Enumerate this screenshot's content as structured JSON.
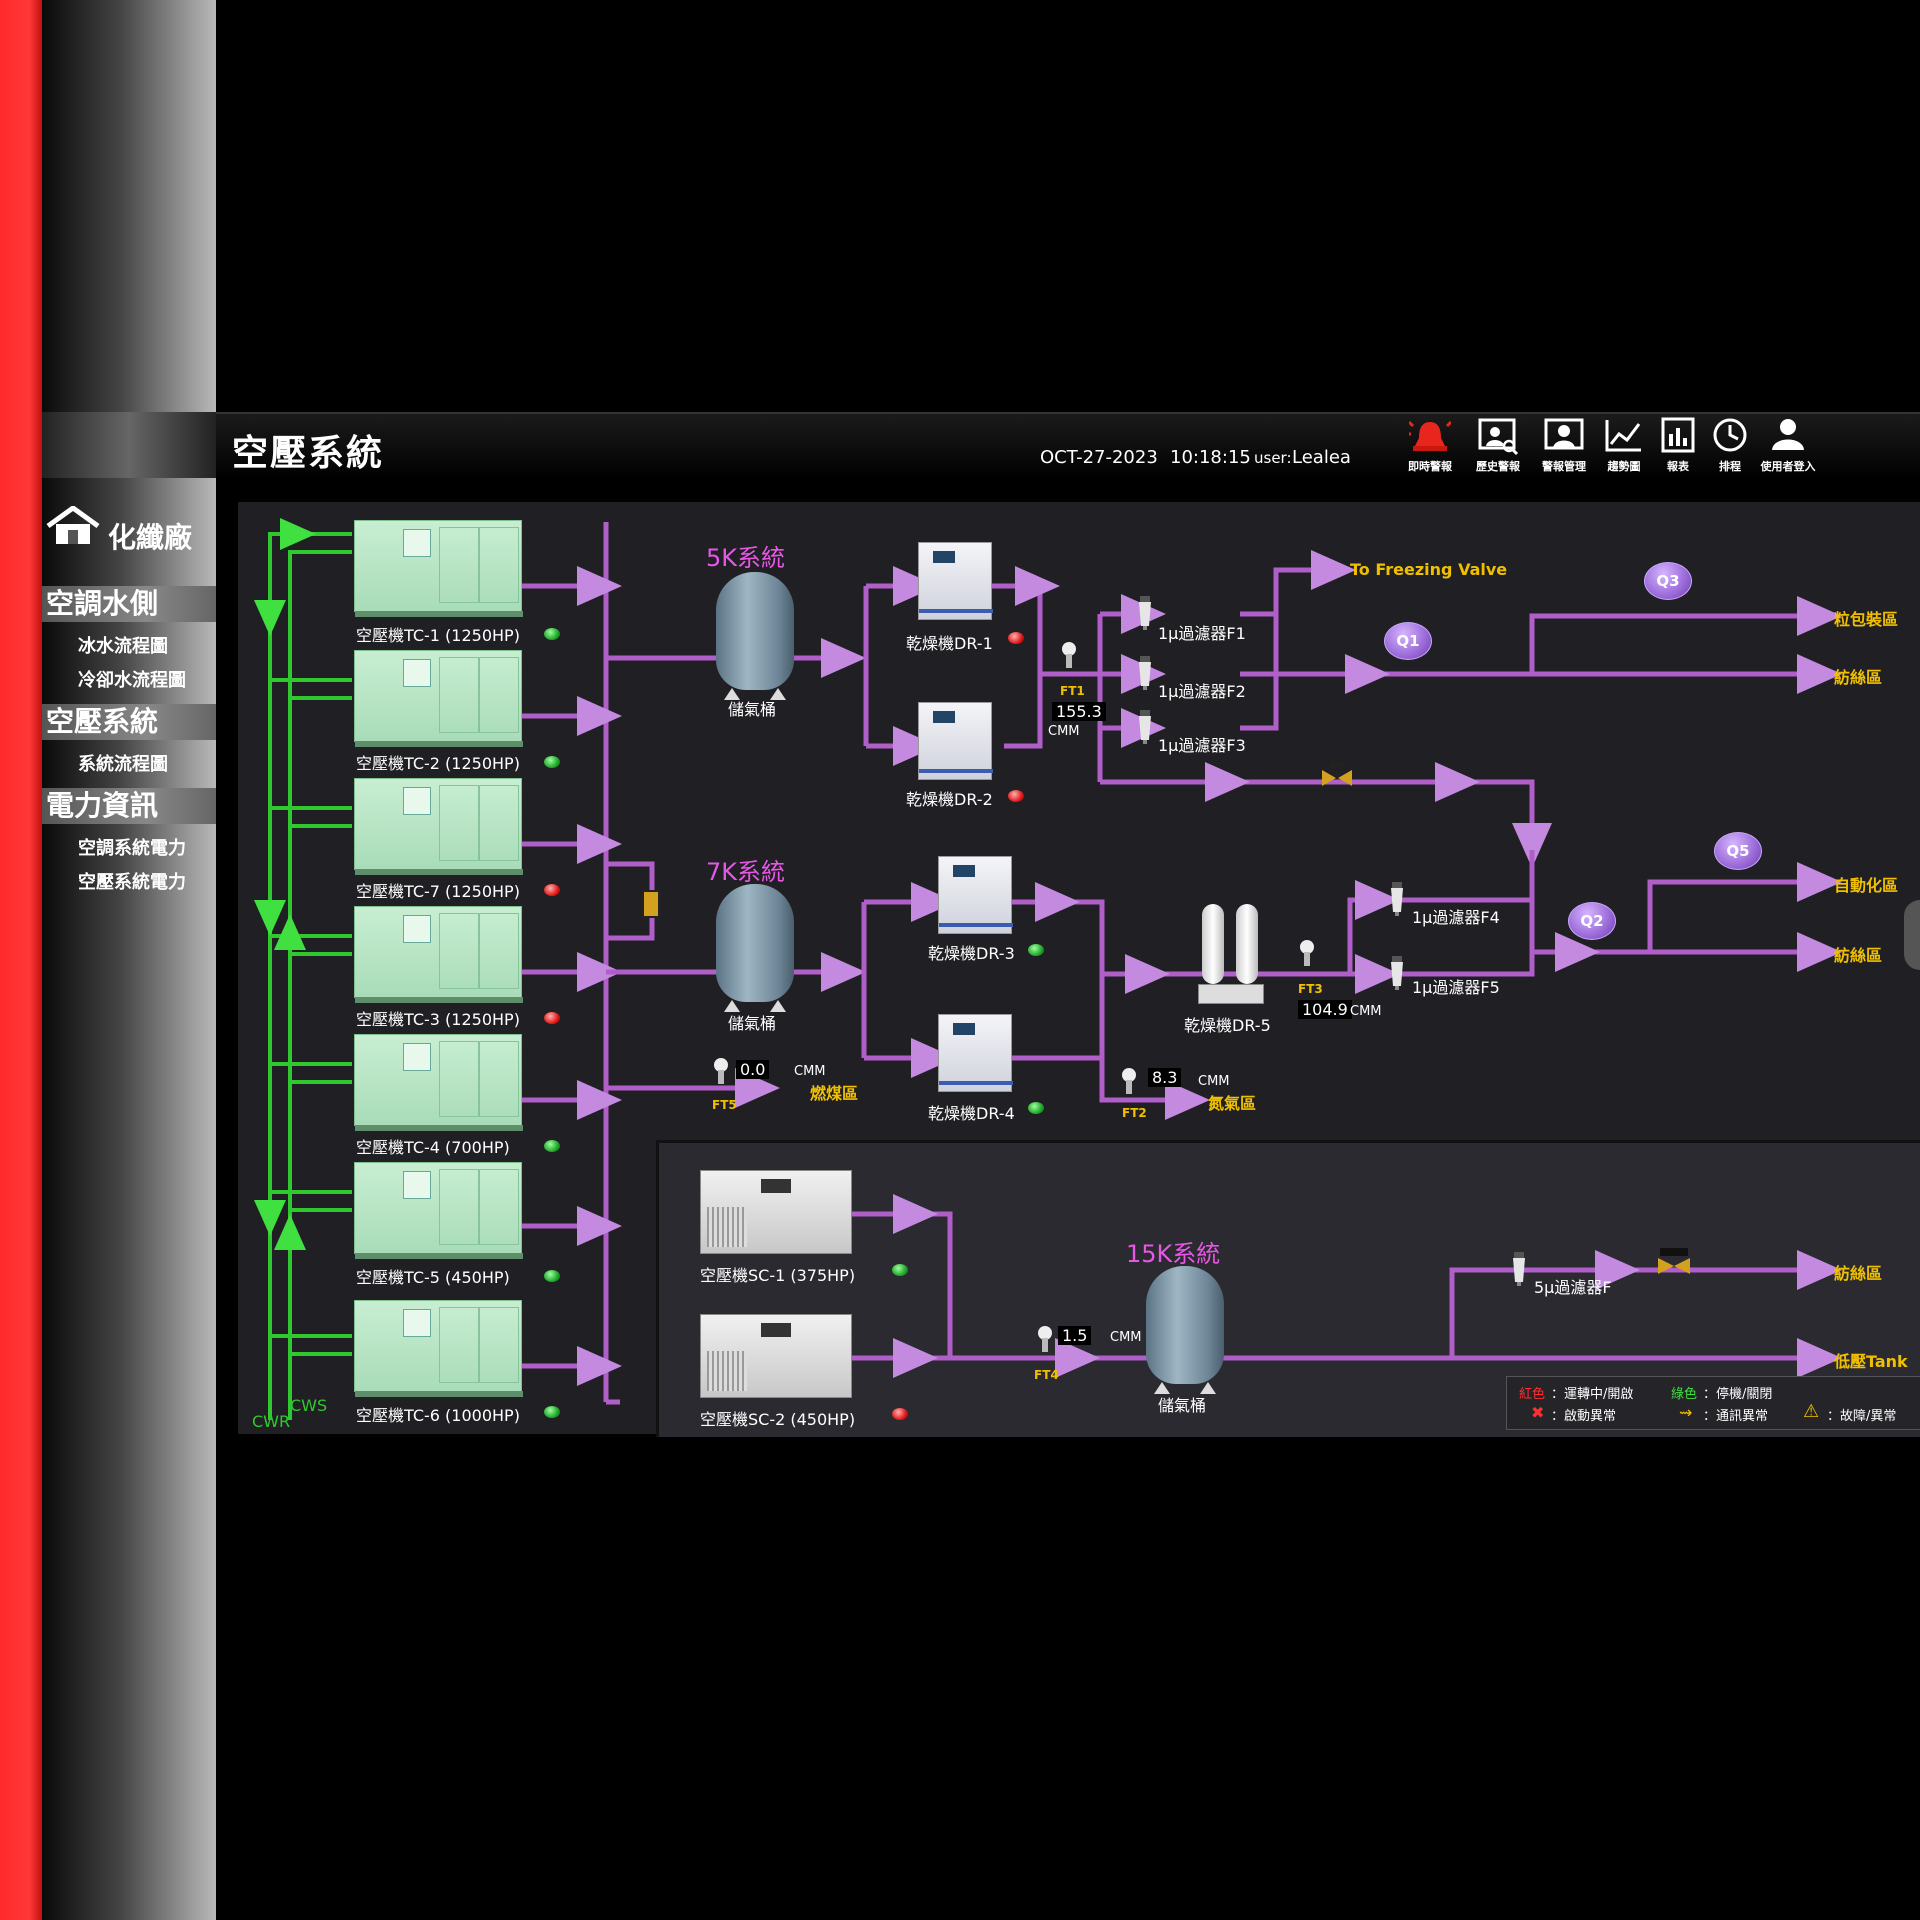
{
  "header": {
    "title": "空壓系統",
    "date": "OCT-27-2023",
    "time": "10:18:15",
    "user_label": "user:",
    "user_name": "Lealea",
    "toolbar": [
      {
        "name": "alarm-bell-icon",
        "label": "即時警報"
      },
      {
        "name": "history-alarm-icon",
        "label": "歷史警報"
      },
      {
        "name": "alarm-management-icon",
        "label": "警報管理"
      },
      {
        "name": "trend-chart-icon",
        "label": "趨勢圖"
      },
      {
        "name": "report-icon",
        "label": "報表"
      },
      {
        "name": "schedule-clock-icon",
        "label": "排程"
      },
      {
        "name": "user-login-icon",
        "label": "使用者登入"
      }
    ]
  },
  "sidebar": {
    "factory": "化纖廠",
    "sections": [
      {
        "label": "空調水側",
        "items": [
          "冰水流程圖",
          "冷卻水流程圖"
        ]
      },
      {
        "label": "空壓系統",
        "items": [
          "系統流程圖"
        ]
      },
      {
        "label": "電力資訊",
        "items": [
          "空調系統電力",
          "空壓系統電力"
        ]
      }
    ]
  },
  "compressors": [
    {
      "label": "空壓機TC-1 (1250HP)",
      "status": "green"
    },
    {
      "label": "空壓機TC-2 (1250HP)",
      "status": "green"
    },
    {
      "label": "空壓機TC-7 (1250HP)",
      "status": "red"
    },
    {
      "label": "空壓機TC-3 (1250HP)",
      "status": "red"
    },
    {
      "label": "空壓機TC-4 (700HP)",
      "status": "green"
    },
    {
      "label": "空壓機TC-5 (450HP)",
      "status": "green"
    },
    {
      "label": "空壓機TC-6 (1000HP)",
      "status": "green"
    }
  ],
  "water": {
    "cws": "CWS",
    "cwr": "CWR"
  },
  "systems": {
    "s5k": "5K系統",
    "s7k": "7K系統",
    "s15k": "15K系統",
    "tank": "儲氣桶"
  },
  "dryers": [
    {
      "label": "乾燥機DR-1",
      "status": "red"
    },
    {
      "label": "乾燥機DR-2",
      "status": "red"
    },
    {
      "label": "乾燥機DR-3",
      "status": "green"
    },
    {
      "label": "乾燥機DR-4",
      "status": "green"
    },
    {
      "label": "乾燥機DR-5"
    }
  ],
  "filters": [
    "1μ過濾器F1",
    "1μ過濾器F2",
    "1μ過濾器F3",
    "1μ過濾器F4",
    "1μ過濾器F5",
    "5μ過濾器F"
  ],
  "flowmeters": {
    "ft1": {
      "tag": "FT1",
      "value": "155.3",
      "unit": "CMM"
    },
    "ft2": {
      "tag": "FT2",
      "value": "8.3",
      "unit": "CMM"
    },
    "ft3": {
      "tag": "FT3",
      "value": "104.9",
      "unit": "CMM"
    },
    "ft4": {
      "tag": "FT4",
      "value": "1.5",
      "unit": "CMM"
    },
    "ft5": {
      "tag": "FT5",
      "value": "0.0",
      "unit": "CMM"
    }
  },
  "destinations": {
    "freezing": "To Freezing Valve",
    "d1": "粒包裝區",
    "d2": "紡絲區",
    "d3": "自動化區",
    "d4": "紡絲區",
    "d5": "燃煤區",
    "d6": "氮氣區",
    "d7": "紡絲區",
    "d8": "低壓Tank"
  },
  "qpoints": [
    "Q1",
    "Q2",
    "Q3",
    "Q5"
  ],
  "sc_compressors": [
    {
      "label": "空壓機SC-1 (375HP)",
      "status": "green"
    },
    {
      "label": "空壓機SC-2 (450HP)",
      "status": "red"
    }
  ],
  "legend": {
    "red_word": "紅色",
    "red_text": "：運轉中/開啟",
    "green_word": "綠色",
    "green_text": "：停機/關閉",
    "start_fault": "：啟動異常",
    "comm_fault": "：通訊異常",
    "fault": "：故障/異常"
  },
  "colors": {
    "pipe": "#b05fc8",
    "water": "#2fc82f",
    "accent": "#e657e6",
    "dest": "#f0c000"
  }
}
